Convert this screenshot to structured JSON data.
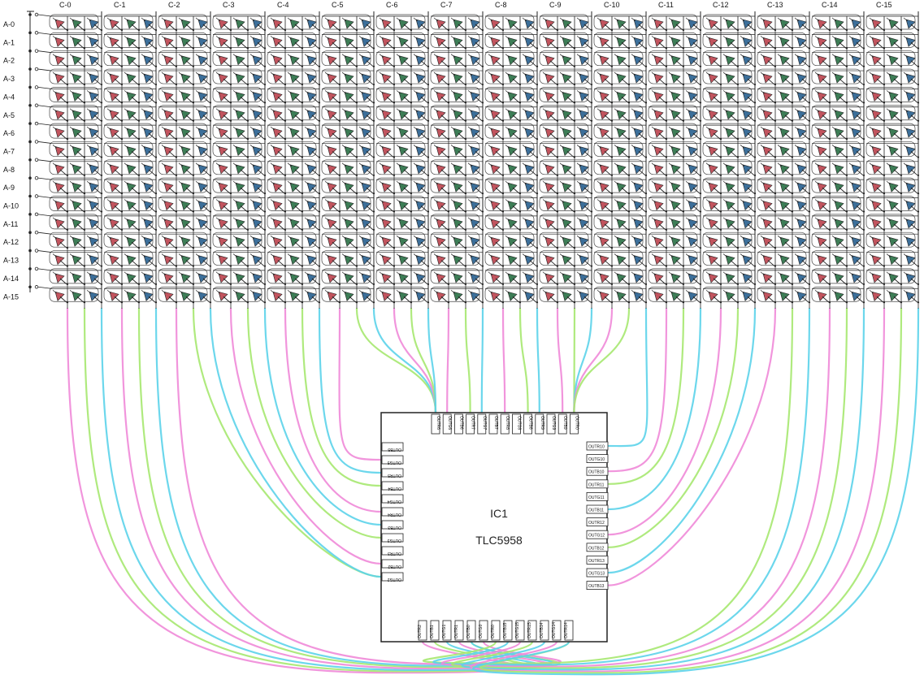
{
  "schematic": {
    "column_labels": [
      "C-0",
      "C-1",
      "C-2",
      "C-3",
      "C-4",
      "C-5",
      "C-6",
      "C-7",
      "C-8",
      "C-9",
      "C-10",
      "C-11",
      "C-12",
      "C-13",
      "C-14",
      "C-15"
    ],
    "row_labels": [
      "A-0",
      "A-1",
      "A-2",
      "A-3",
      "A-4",
      "A-5",
      "A-6",
      "A-7",
      "A-8",
      "A-9",
      "A-10",
      "A-11",
      "A-12",
      "A-13",
      "A-14",
      "A-15"
    ],
    "ic": {
      "designator": "IC1",
      "part": "TLC5958",
      "pins_top": [
        "OUTR6",
        "OUTG6",
        "OUTB6",
        "OUTR7",
        "OUTG7",
        "OUTB7",
        "OUTR8",
        "OUTG8",
        "OUTB8",
        "OUTR9",
        "OUTG9",
        "OUTB9",
        "OUTR0"
      ],
      "pins_left": [
        "OUTB5",
        "OUTG5",
        "OUTR5",
        "OUTB4",
        "OUTG4",
        "OUTR4",
        "OUTB3",
        "OUTG3",
        "OUTR3",
        "OUTB2",
        "OUTG2"
      ],
      "pins_right": [
        "OUTR10",
        "OUTG10",
        "OUTB10",
        "OUTR11",
        "OUTG11",
        "OUTB11",
        "OUTR12",
        "OUTG12",
        "OUTB12",
        "OUTR13",
        "OUTG13",
        "OUTB13"
      ],
      "pins_bottom": [
        "OUTR2",
        "OUTB1",
        "OUTG1",
        "OUTR1",
        "OUTB0",
        "OUTG0",
        "OUTR0",
        "OUTB15",
        "OUTG15",
        "OUTR15",
        "OUTB14",
        "OUTG14",
        "OUTR14"
      ]
    },
    "colors": {
      "led_red": "#c2545e",
      "led_green": "#3d7d56",
      "led_blue": "#3c6f9a",
      "wire_pink": "#f08ad8",
      "wire_green": "#a6e870",
      "wire_cyan": "#5cd3ea",
      "line": "#222222"
    }
  }
}
